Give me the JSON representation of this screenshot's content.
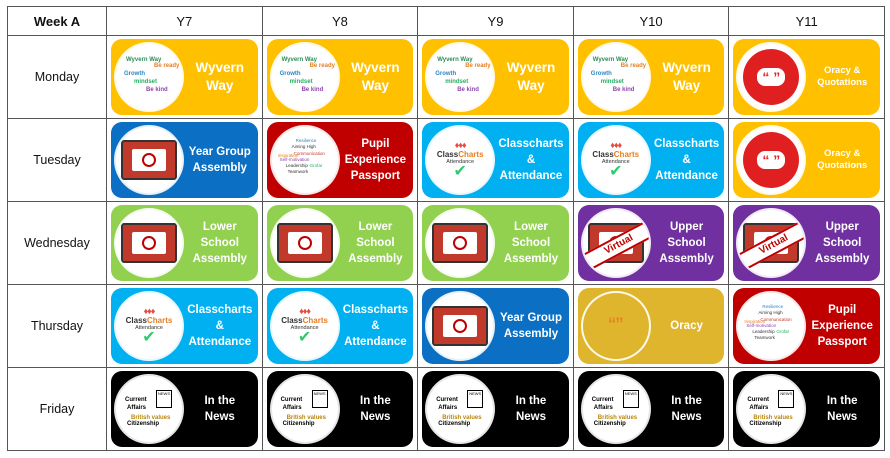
{
  "corner": "Week A",
  "years": [
    "Y7",
    "Y8",
    "Y9",
    "Y10",
    "Y11"
  ],
  "days": [
    "Monday",
    "Tuesday",
    "Wednesday",
    "Thursday",
    "Friday"
  ],
  "colors": {
    "yellow": "#FFC000",
    "blue": "#0B6FC4",
    "red": "#C00000",
    "cyan": "#00B0F0",
    "green": "#92D050",
    "purple": "#7030A0",
    "gold": "#E0B52E",
    "black": "#000000"
  },
  "icons": {
    "wyvern": {
      "name": "wyvern-way-wordcloud-icon",
      "words": [
        "Wyvern Way",
        "Growth",
        "mindset",
        "Be kind",
        "Be ready"
      ]
    },
    "assembly": {
      "name": "assembly-stage-icon"
    },
    "classcharts": {
      "name": "classcharts-logo-icon",
      "brand": "Class",
      "brand2": "Charts",
      "sub": "Attendance"
    },
    "oracy_quotes": {
      "name": "speech-bubble-quote-icon",
      "glyph": "“ ”"
    },
    "oracy": {
      "name": "oracy-speech-bubbles-icon",
      "glyph": "“”"
    },
    "pep": {
      "name": "pupil-experience-wordcloud-icon",
      "words": [
        "Resilience",
        "Aiming High",
        "Communication",
        "Self-motivation",
        "Leadership",
        "Teamwork",
        "Grofar",
        "Inspiration"
      ]
    },
    "news": {
      "name": "news-citizenship-icon",
      "words": [
        "Current",
        "Affairs",
        "British values",
        "Citizenship",
        "NEWS"
      ]
    }
  },
  "virtual_label": "Virtual",
  "grid": [
    [
      {
        "label1": "Wyvern",
        "label2": "Way",
        "color": "yellow",
        "icon": "wyvern",
        "size": "big"
      },
      {
        "label1": "Wyvern",
        "label2": "Way",
        "color": "yellow",
        "icon": "wyvern",
        "size": "big"
      },
      {
        "label1": "Wyvern",
        "label2": "Way",
        "color": "yellow",
        "icon": "wyvern",
        "size": "big"
      },
      {
        "label1": "Wyvern",
        "label2": "Way",
        "color": "yellow",
        "icon": "wyvern",
        "size": "big"
      },
      {
        "label1": "Oracy &",
        "label2": "Quotations",
        "color": "yellow",
        "icon": "oracy_quotes",
        "size": "sm"
      }
    ],
    [
      {
        "label1": "Year Group",
        "label2": "Assembly",
        "color": "blue",
        "icon": "assembly"
      },
      {
        "label1": "Pupil",
        "label2": "Experience",
        "label3": "Passport",
        "color": "red",
        "icon": "pep"
      },
      {
        "label1": "Classcharts",
        "label2": "&",
        "label3": "Attendance",
        "color": "cyan",
        "icon": "classcharts"
      },
      {
        "label1": "Classcharts",
        "label2": "&",
        "label3": "Attendance",
        "color": "cyan",
        "icon": "classcharts"
      },
      {
        "label1": "Oracy &",
        "label2": "Quotations",
        "color": "yellow",
        "icon": "oracy_quotes",
        "size": "sm"
      }
    ],
    [
      {
        "label1": "Lower",
        "label2": "School",
        "label3": "Assembly",
        "color": "green",
        "icon": "assembly"
      },
      {
        "label1": "Lower",
        "label2": "School",
        "label3": "Assembly",
        "color": "green",
        "icon": "assembly"
      },
      {
        "label1": "Lower",
        "label2": "School",
        "label3": "Assembly",
        "color": "green",
        "icon": "assembly"
      },
      {
        "label1": "Upper",
        "label2": "School",
        "label3": "Assembly",
        "color": "purple",
        "icon": "assembly",
        "virtual": true
      },
      {
        "label1": "Upper",
        "label2": "School",
        "label3": "Assembly",
        "color": "purple",
        "icon": "assembly",
        "virtual": true
      }
    ],
    [
      {
        "label1": "Classcharts",
        "label2": "&",
        "label3": "Attendance",
        "color": "cyan",
        "icon": "classcharts"
      },
      {
        "label1": "Classcharts",
        "label2": "&",
        "label3": "Attendance",
        "color": "cyan",
        "icon": "classcharts"
      },
      {
        "label1": "Year Group",
        "label2": "Assembly",
        "color": "blue",
        "icon": "assembly"
      },
      {
        "label1": "Oracy",
        "color": "gold",
        "icon": "oracy"
      },
      {
        "label1": "Pupil",
        "label2": "Experience",
        "label3": "Passport",
        "color": "red",
        "icon": "pep"
      }
    ],
    [
      {
        "label1": "In the",
        "label2": "News",
        "color": "black",
        "icon": "news"
      },
      {
        "label1": "In the",
        "label2": "News",
        "color": "black",
        "icon": "news"
      },
      {
        "label1": "In the",
        "label2": "News",
        "color": "black",
        "icon": "news"
      },
      {
        "label1": "In the",
        "label2": "News",
        "color": "black",
        "icon": "news"
      },
      {
        "label1": "In the",
        "label2": "News",
        "color": "black",
        "icon": "news"
      }
    ]
  ]
}
